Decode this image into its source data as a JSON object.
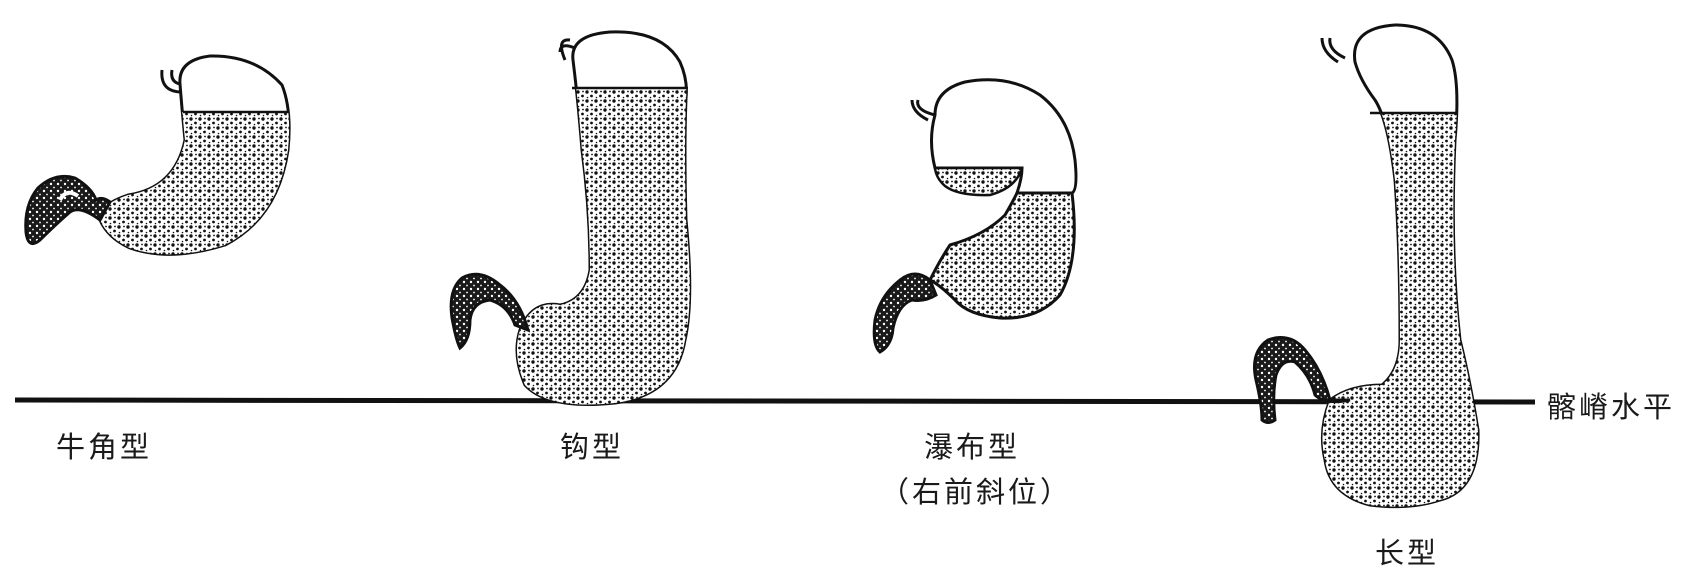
{
  "labels": {
    "horn": "牛角型",
    "hook": "钩型",
    "cascade": "瀑布型",
    "cascade_note": "（右前斜位）",
    "long": "长型",
    "iliac_line": "髂嵴水平"
  },
  "colors": {
    "ink": "#111111",
    "fill": "#ffffff",
    "background": "#ffffff"
  }
}
